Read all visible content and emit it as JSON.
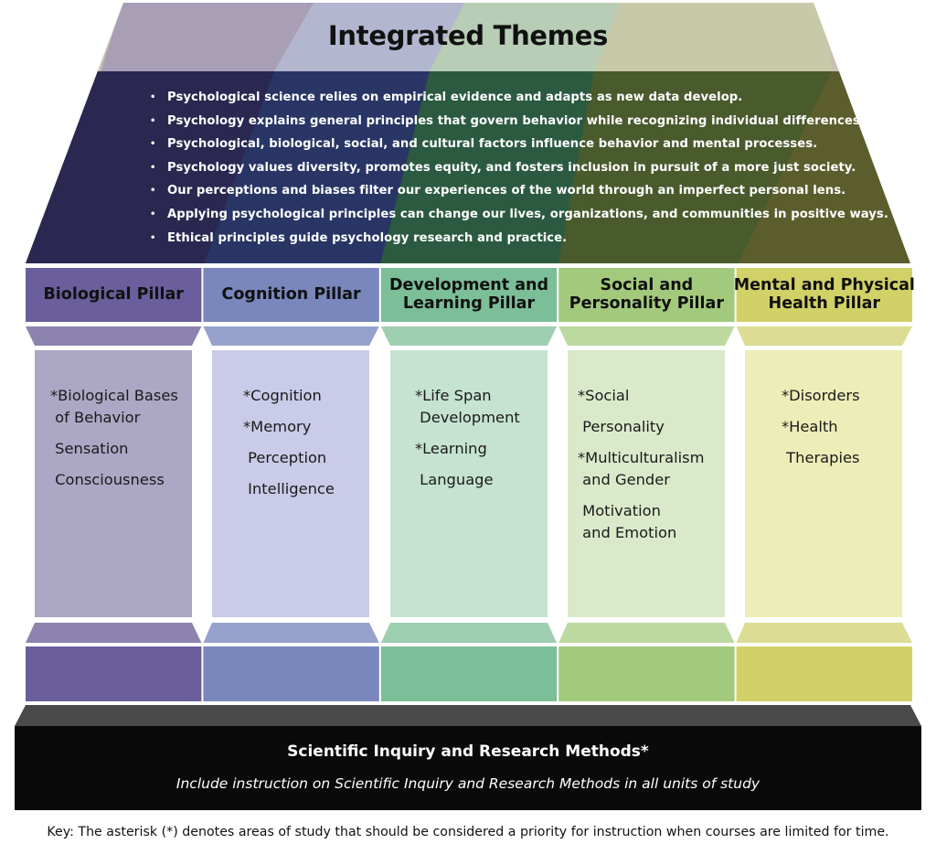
{
  "title": "Integrated Themes",
  "themes": [
    "Psychological science relies on empirical evidence and adapts as new data develop.",
    "Psychology explains general principles that govern behavior while recognizing individual differences.",
    "Psychological, biological, social, and cultural factors influence behavior and mental processes.",
    "Psychology values diversity, promotes equity, and fosters inclusion in pursuit of a more just society.",
    "Our perceptions and biases filter our experiences of the world through an imperfect personal lens.",
    "Applying psychological principles can change our lives, organizations, and communities in positive ways.",
    "Ethical principles guide psychology research and practice."
  ],
  "bullet_glyph": "•",
  "pillars": [
    {
      "name": "Biological Pillar",
      "topics": [
        "*Biological Bases\n of Behavior",
        " Sensation",
        " Consciousness"
      ],
      "colors": {
        "dark": "#6b5e9c",
        "mid": "#8c84ae",
        "light": "#aba7c4"
      }
    },
    {
      "name": "Cognition Pillar",
      "topics": [
        "*Cognition",
        "*Memory",
        " Perception",
        " Intelligence"
      ],
      "colors": {
        "dark": "#7987bd",
        "mid": "#97a2cc",
        "light": "#c9cbe8"
      }
    },
    {
      "name": "Development and\nLearning Pillar",
      "topics": [
        "*Life Span\n Development",
        "*Learning",
        " Language"
      ],
      "colors": {
        "dark": "#7bbe98",
        "mid": "#9fcfb1",
        "light": "#c6e3d2"
      }
    },
    {
      "name": "Social and\nPersonality Pillar",
      "topics": [
        "*Social",
        " Personality",
        "*Multiculturalism\n and Gender",
        " Motivation\n and Emotion"
      ],
      "colors": {
        "dark": "#a3ca7c",
        "mid": "#bcd9a0",
        "light": "#dbe9cb"
      }
    },
    {
      "name": "Mental and Physical\nHealth Pillar",
      "topics": [
        "*Disorders",
        "*Health",
        " Therapies"
      ],
      "colors": {
        "dark": "#d2d167",
        "mid": "#dcdc94",
        "light": "#ededb8"
      }
    }
  ],
  "foundation": {
    "title": "Scientific Inquiry and Research Methods*",
    "subtitle": "Include instruction on Scientific Inquiry and Research Methods in all units of study"
  },
  "key": "Key: The asterisk (*) denotes areas of study that should be considered a priority for instruction when courses are limited for time."
}
